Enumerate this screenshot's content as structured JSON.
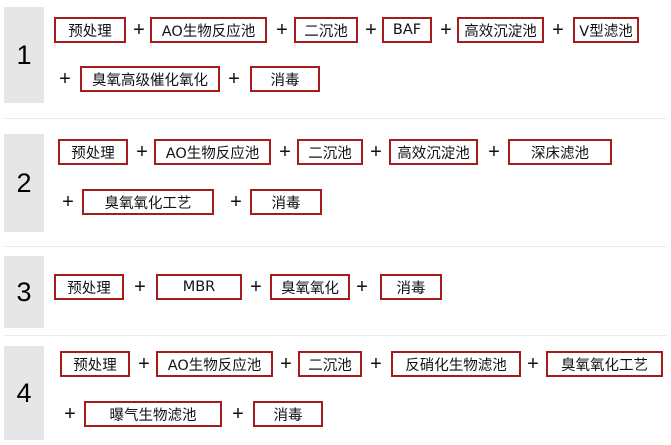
{
  "flows": [
    {
      "number": "1",
      "rows": [
        [
          "预处理",
          "AO生物反应池",
          "二沉池",
          "BAF",
          "高效沉淀池",
          "V型滤池"
        ],
        [
          "臭氧高级催化氧化",
          "消毒"
        ]
      ]
    },
    {
      "number": "2",
      "rows": [
        [
          "预处理",
          "AO生物反应池",
          "二沉池",
          "高效沉淀池",
          "深床滤池"
        ],
        [
          "臭氧氧化工艺",
          "消毒"
        ]
      ]
    },
    {
      "number": "3",
      "rows": [
        [
          "预处理",
          "MBR",
          "臭氧氧化",
          "消毒"
        ]
      ]
    },
    {
      "number": "4",
      "rows": [
        [
          "预处理",
          "AO生物反应池",
          "二沉池",
          "反硝化生物滤池",
          "臭氧氧化工艺"
        ],
        [
          "曝气生物滤池",
          "消毒"
        ]
      ]
    }
  ],
  "plus_symbol": "+"
}
